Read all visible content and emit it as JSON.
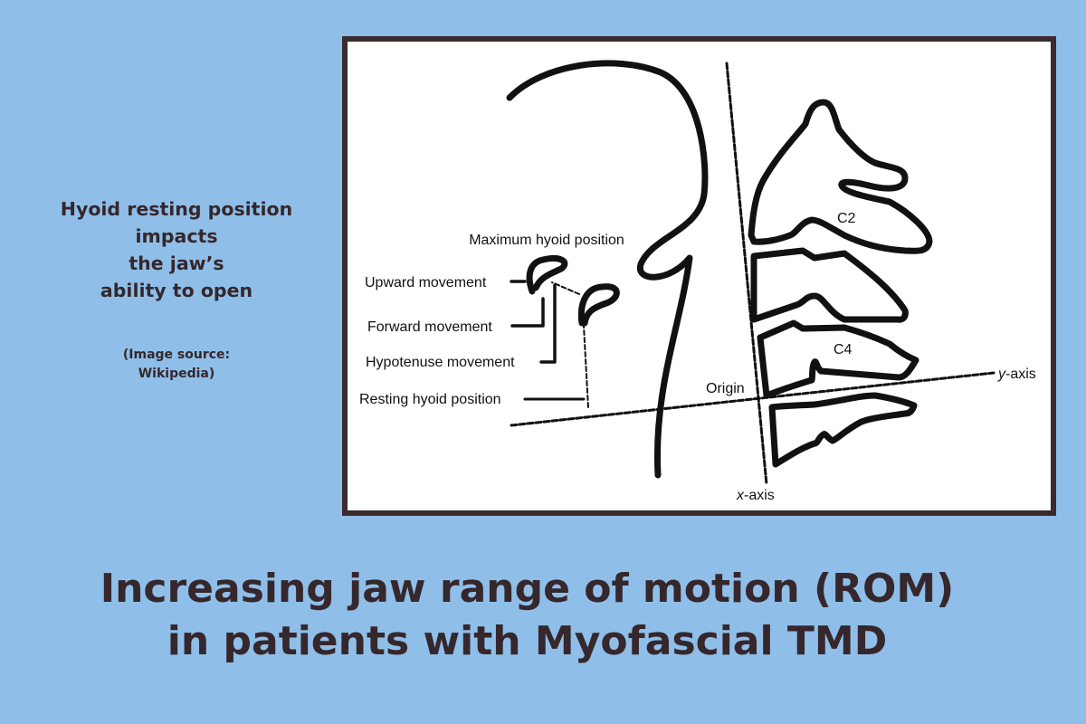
{
  "sidebar": {
    "title_lines": [
      "Hyoid resting position",
      "impacts",
      "the jaw’s",
      "ability to open"
    ],
    "source_lines": [
      "(Image source:",
      "Wikipedia)"
    ]
  },
  "diagram": {
    "labels": {
      "max_hyoid": "Maximum hyoid position",
      "upward": "Upward movement",
      "forward": "Forward movement",
      "hypotenuse": "Hypotenuse movement",
      "resting": "Resting hyoid position",
      "origin": "Origin",
      "y_axis_var": "y",
      "y_axis_suffix": "-axis",
      "x_axis_var": "x",
      "x_axis_suffix": "-axis",
      "c2": "C2",
      "c4": "C4"
    }
  },
  "title": {
    "lines": [
      "Increasing jaw range of motion (ROM)",
      "in patients with Myofascial TMD"
    ]
  },
  "colors": {
    "background": "#8fbfe9",
    "text": "#35272c",
    "frame": "#3b2a2e"
  }
}
